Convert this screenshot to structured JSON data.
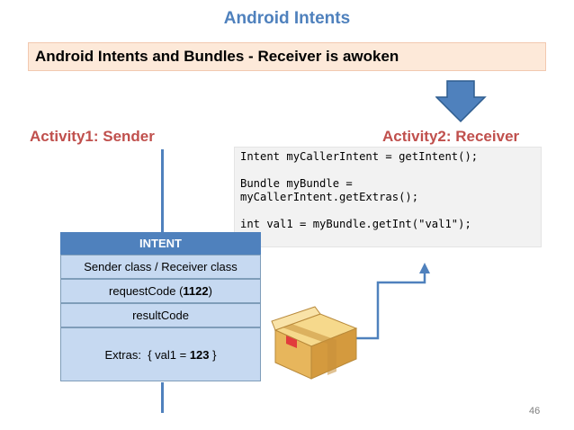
{
  "title": "Android  Intents",
  "subtitle": "Android Intents and Bundles -  Receiver is awoken",
  "activity1_label": "Activity1:   Sender",
  "activity2_label": "Activity2:  Receiver",
  "code": "Intent myCallerIntent = getIntent();\n\nBundle myBundle =\nmyCallerIntent.getExtras();\n\nint val1 = myBundle.getInt(\"val1\");",
  "intent": {
    "header": "INTENT",
    "class_row": "Sender class / Receiver class",
    "request_code_prefix": "requestCode (",
    "request_code_value": "1122",
    "request_code_suffix": ")",
    "result_code": "resultCode",
    "extras_prefix": "Extras:  { val1 = ",
    "extras_value": "123",
    "extras_suffix": " }"
  },
  "page_number": "46",
  "colors": {
    "title": "#4f81bd",
    "activity_labels": "#c0504d",
    "intent_header": "#4f81bd",
    "intent_rows": "#c6d9f1",
    "subtitle_bg": "#fde9d9",
    "arrow": "#4f81bd"
  },
  "icons": [
    "down-arrow-icon",
    "package-icon",
    "up-arrow-icon"
  ]
}
